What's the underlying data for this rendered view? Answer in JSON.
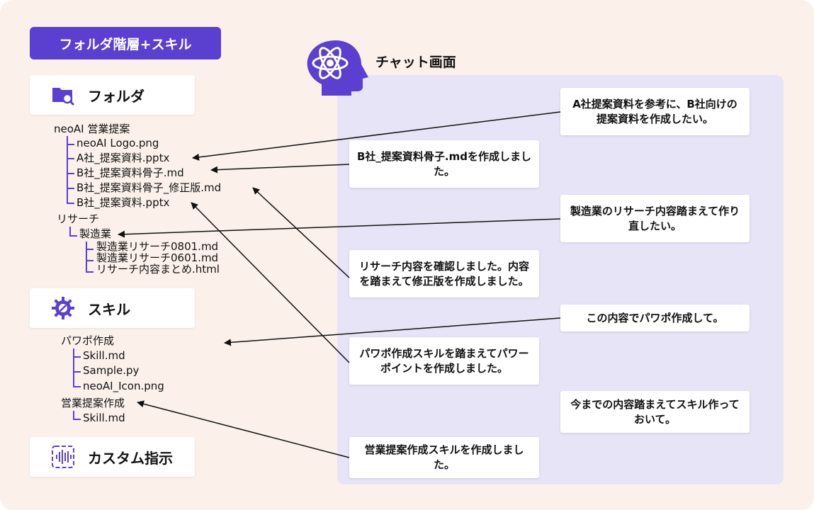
{
  "badge": "フォルダ階層+スキル",
  "sections": {
    "folder": "フォルダ",
    "skill": "スキル",
    "custom": "カスタム指示"
  },
  "chat_title": "チャット画面",
  "folder_tree": {
    "root1": "neoAI 営業提案",
    "root1_files": [
      "neoAI Logo.png",
      "A社_提案資料.pptx",
      "B社_提案資料骨子.md",
      "B社_提案資料骨子_修正版.md",
      "B社_提案資料.pptx"
    ],
    "root2": "リサーチ",
    "root2_sub": "製造業",
    "root2_sub_files": [
      "製造業リサーチ0801.md",
      "製造業リサーチ0601.md",
      "リサーチ内容まとめ.html"
    ]
  },
  "skill_tree": {
    "skill1": "パワポ作成",
    "skill1_files": [
      "Skill.md",
      "Sample.py",
      "neoAI_Icon.png"
    ],
    "skill2": "営業提案作成",
    "skill2_files": [
      "Skill.md"
    ]
  },
  "user_messages": [
    "A社提案資料を参考に、B社向けの提案資料を作成したい。",
    "製造業のリサーチ内容踏まえて作り直したい。",
    "この内容でパワポ作成して。",
    "今までの内容踏まえてスキル作っておいて。"
  ],
  "ai_messages": [
    "B社_提案資料骨子.mdを作成しました。",
    "リサーチ内容を確認しました。内容を踏まえて修正版を作成しました。",
    "パワポ作成スキルを踏まえてパワーポイントを作成しました。",
    "営業提案作成スキルを作成しました。"
  ],
  "colors": {
    "accent": "#5b3fd0",
    "background": "#fbf1ea",
    "panel": "#e8e4f7"
  }
}
